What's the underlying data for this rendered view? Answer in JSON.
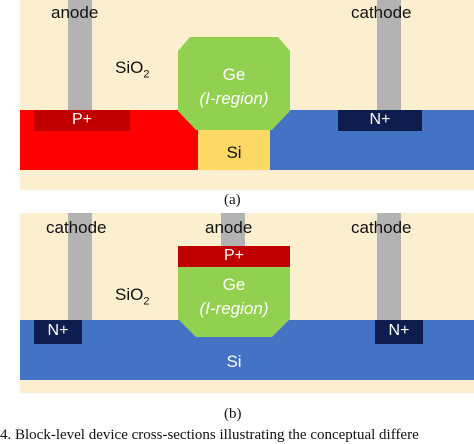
{
  "figure_a": {
    "caption": "(a)",
    "labels": {
      "anode": "anode",
      "cathode": "cathode",
      "oxide": "SiO",
      "oxide_sub": "2",
      "p_plus": "P+",
      "n_plus": "N+",
      "ge": "Ge",
      "ge_region": "(I-region)",
      "si": "Si"
    }
  },
  "figure_b": {
    "caption": "(b)",
    "labels": {
      "cathode_left": "cathode",
      "anode": "anode",
      "cathode_right": "cathode",
      "oxide": "SiO",
      "oxide_sub": "2",
      "p_plus": "P+",
      "n_plus_left": "N+",
      "n_plus_right": "N+",
      "ge": "Ge",
      "ge_region": "(I-region)",
      "si": "Si"
    }
  },
  "caption_text": "4.   Block-level device cross-sections illustrating the conceptual differe",
  "colors": {
    "background": "#fcefd0",
    "contact_gray": "#b3b3b3",
    "p_type_red": "#ff0000",
    "p_plus_dark": "#c00000",
    "n_type_blue": "#4472c4",
    "n_plus_navy": "#0d1d4d",
    "ge_green": "#92d050",
    "si_yellow": "#ffd966"
  }
}
